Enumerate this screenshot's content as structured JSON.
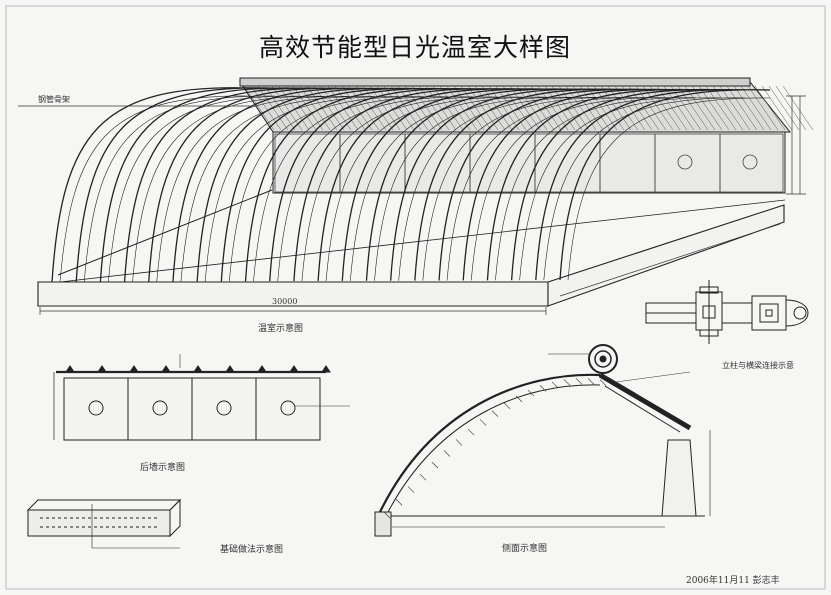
{
  "title": "高效节能型日光温室大样图",
  "labels": {
    "steel_frame": "钢管骨架",
    "length_dim": "30000",
    "perspective": "温室示意图",
    "back_wall": "后墙示意图",
    "foundation": "基础做法示意图",
    "section": "侧面示意图",
    "detail": "立柱与横梁连接示意",
    "footer": "2006年11月11 彭志丰"
  },
  "colors": {
    "line": "#222222",
    "paper": "#f6f6f4"
  }
}
